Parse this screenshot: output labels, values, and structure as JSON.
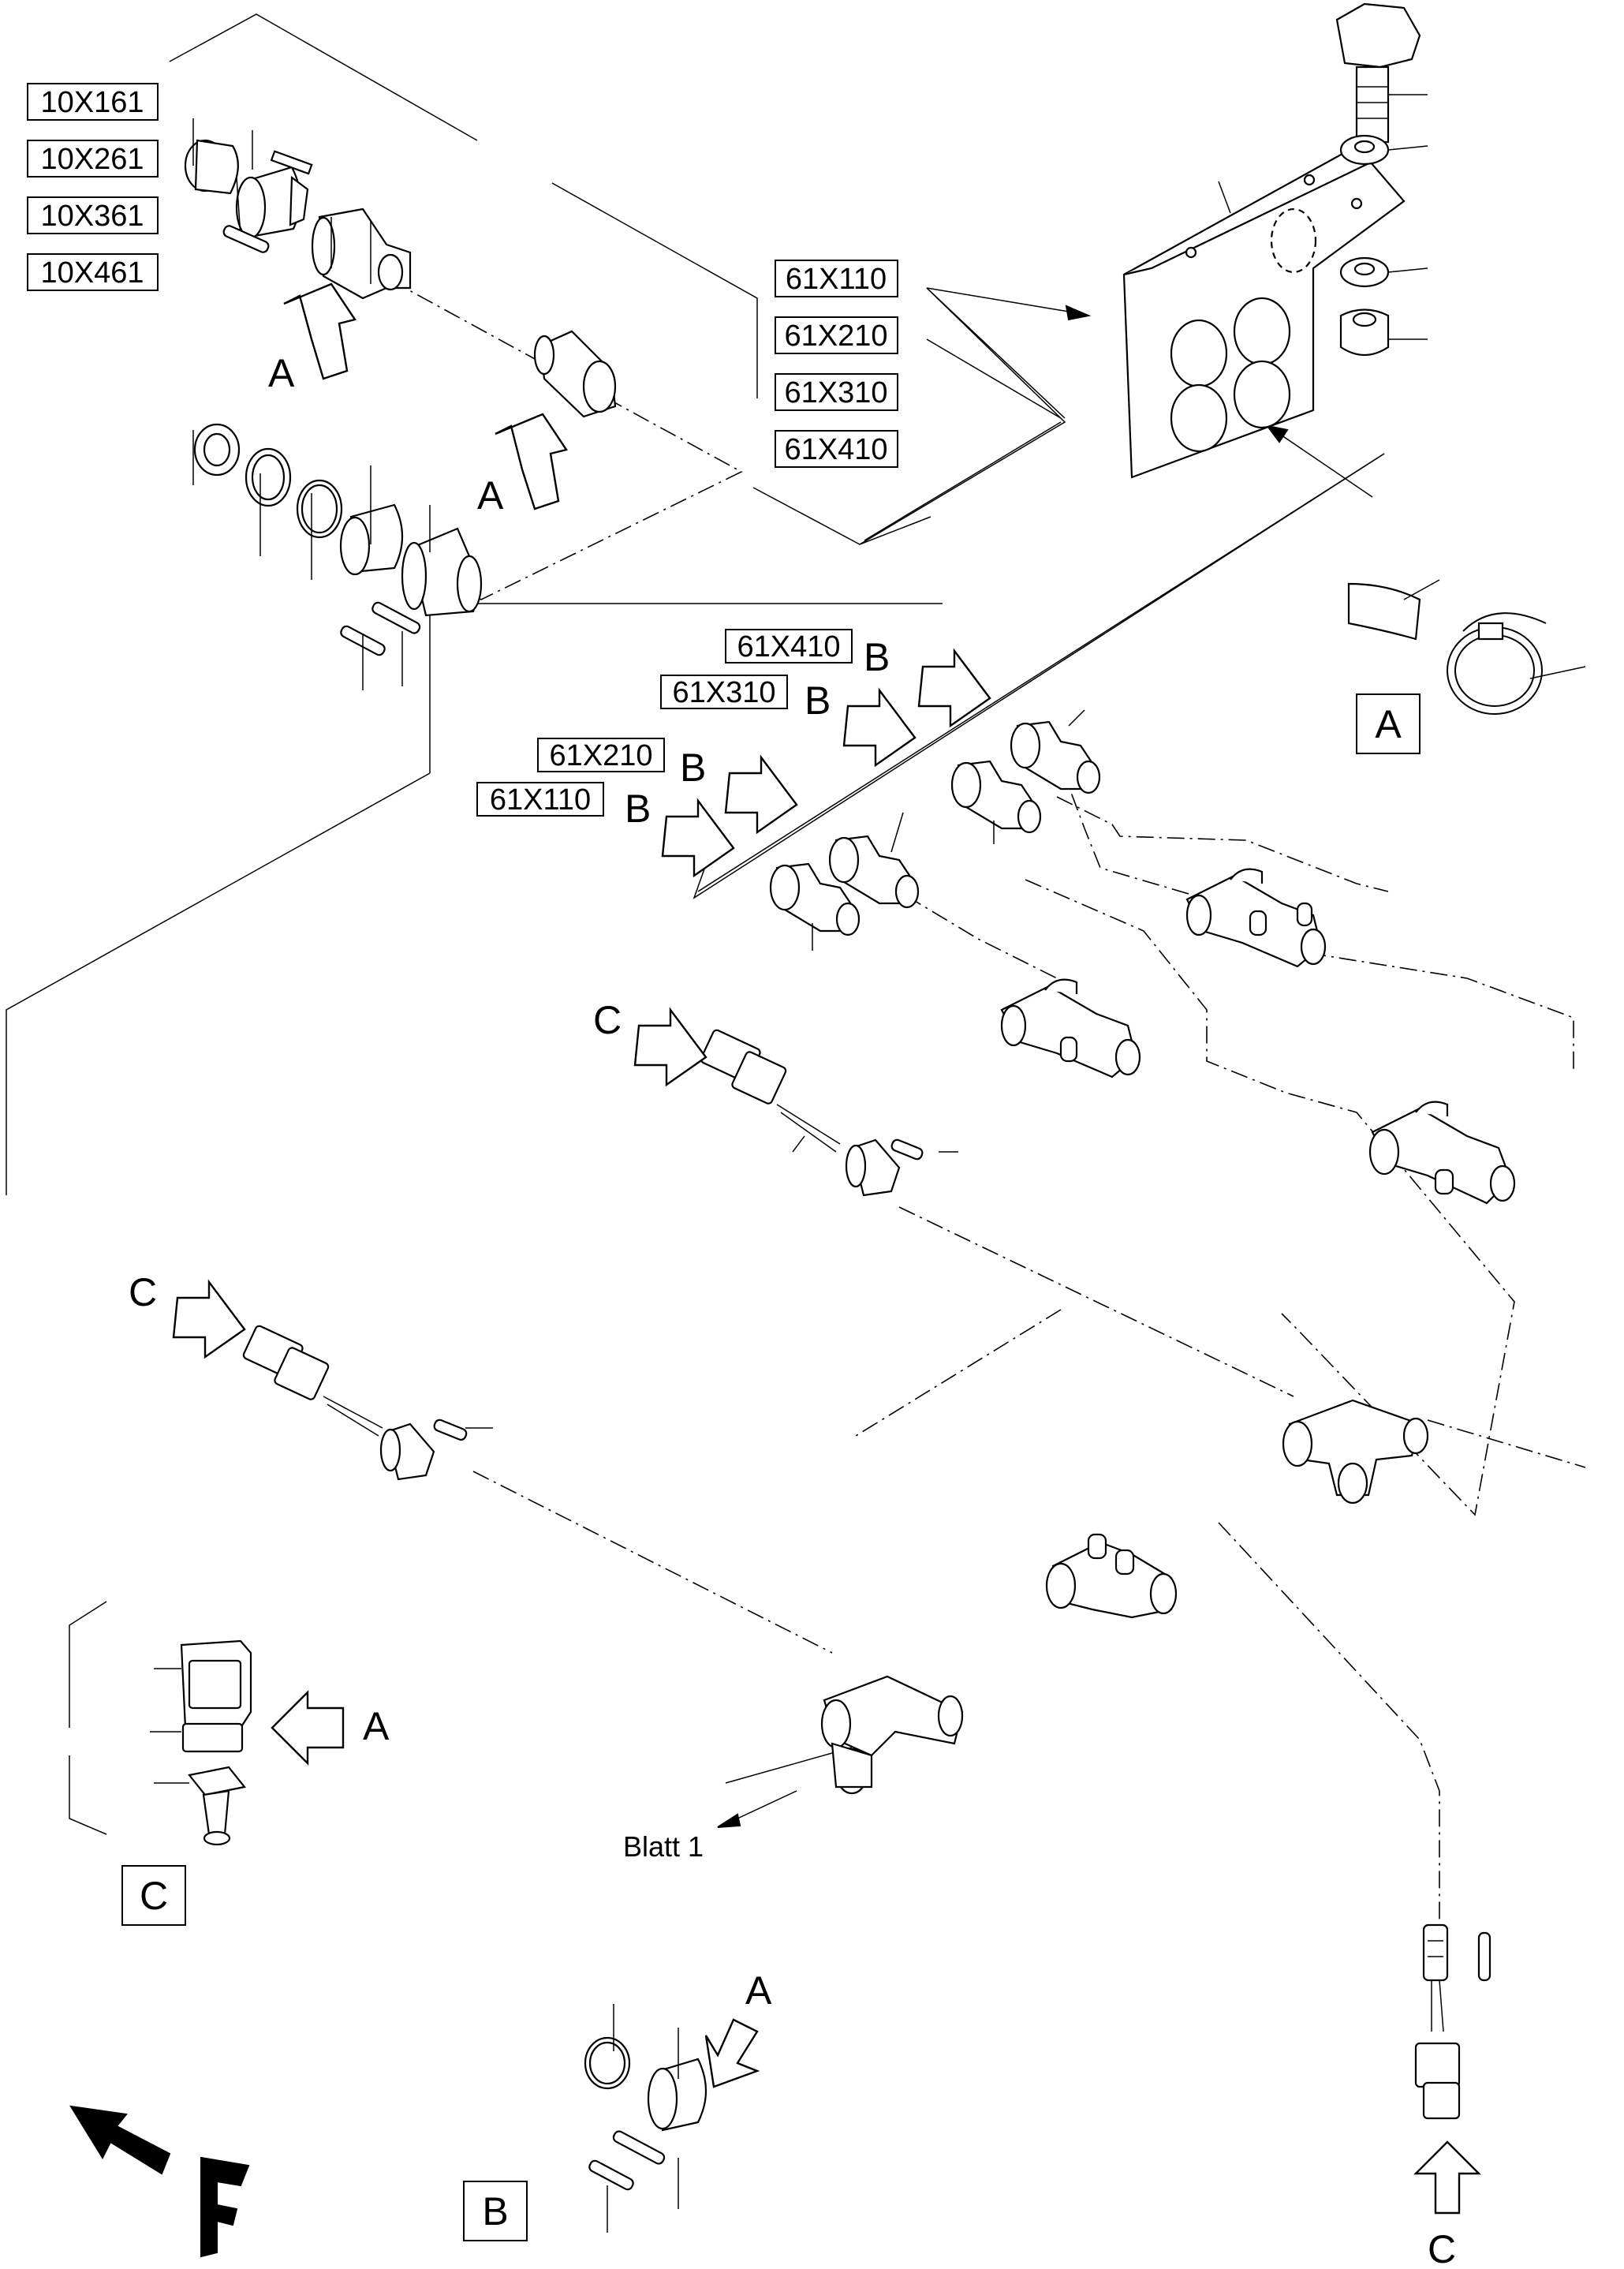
{
  "left_part_labels": [
    "10X161",
    "10X261",
    "10X361",
    "10X461"
  ],
  "right_part_labels": [
    "61X110",
    "61X210",
    "61X310",
    "61X410"
  ],
  "b_group_labels": [
    "61X410",
    "61X310",
    "61X210",
    "61X110"
  ],
  "view_letters": {
    "a": "A",
    "b": "B",
    "c": "C"
  },
  "sheet_reference": "Blatt 1",
  "direction_symbol": "F"
}
